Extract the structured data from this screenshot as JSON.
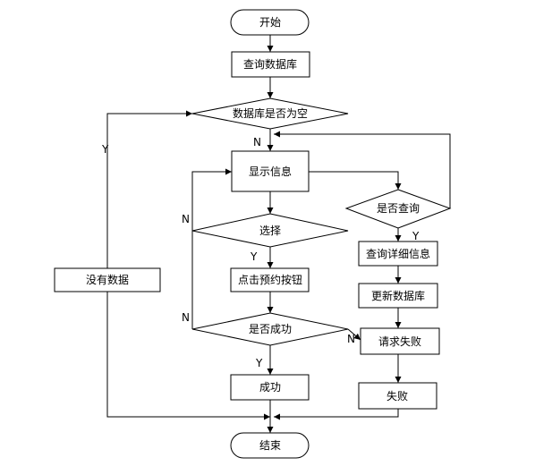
{
  "nodes": {
    "start": "开始",
    "query_db": "查询数据库",
    "db_empty": "数据库是否为空",
    "show_info": "显示信息",
    "is_query": "是否查询",
    "choose": "选择",
    "query_detail": "查询详细信息",
    "click_reserve": "点击预约按钮",
    "update_db": "更新数据库",
    "is_success": "是否成功",
    "request_fail": "请求失败",
    "no_data": "没有数据",
    "success": "成功",
    "fail": "失败",
    "end": "结束"
  },
  "labels": {
    "db_empty_yes": "Y",
    "db_empty_no": "N",
    "choose_no": "N",
    "choose_yes": "Y",
    "is_query_yes": "Y",
    "is_success_no_left": "N",
    "is_success_no_right": "N",
    "is_success_yes": "Y"
  }
}
